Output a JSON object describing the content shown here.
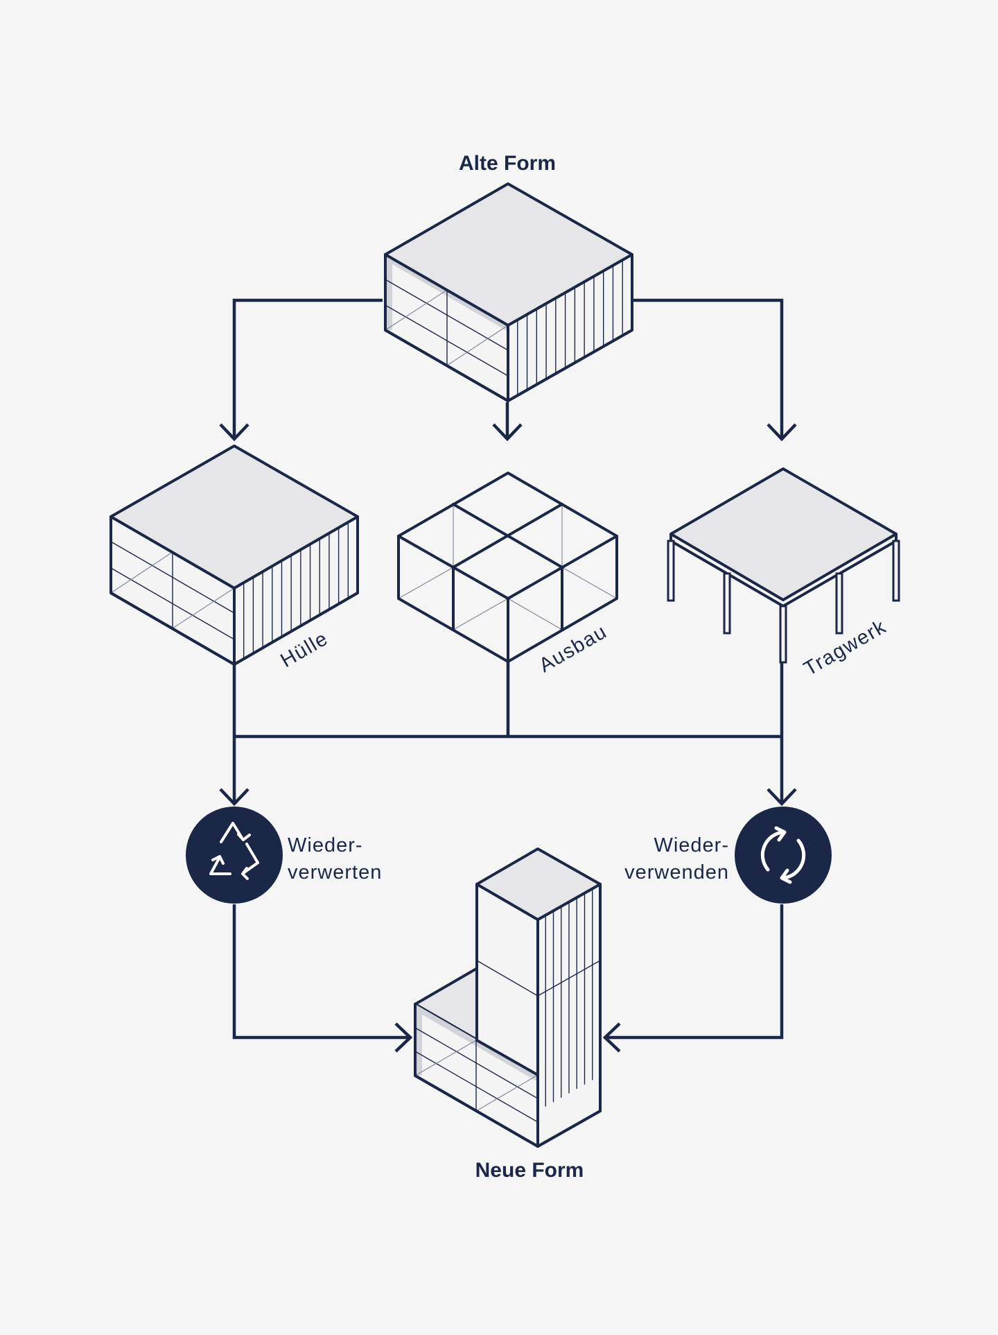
{
  "colors": {
    "ink": "#1b2746",
    "background": "#f5f5f6",
    "panel_top": "#e6e6e8",
    "panel_side": "#f4f4f5"
  },
  "diagram": {
    "title_top": "Alte Form",
    "title_bottom": "Neue Form",
    "components": [
      {
        "id": "huelle",
        "label": "Hülle"
      },
      {
        "id": "ausbau",
        "label": "Ausbau"
      },
      {
        "id": "tragwerk",
        "label": "Tragwerk"
      }
    ],
    "processes": [
      {
        "id": "recycle",
        "line1": "Wieder-",
        "line2": "verwerten",
        "icon": "recycle-icon"
      },
      {
        "id": "reuse",
        "line1": "Wieder-",
        "line2": "verwenden",
        "icon": "refresh-icon"
      }
    ]
  }
}
